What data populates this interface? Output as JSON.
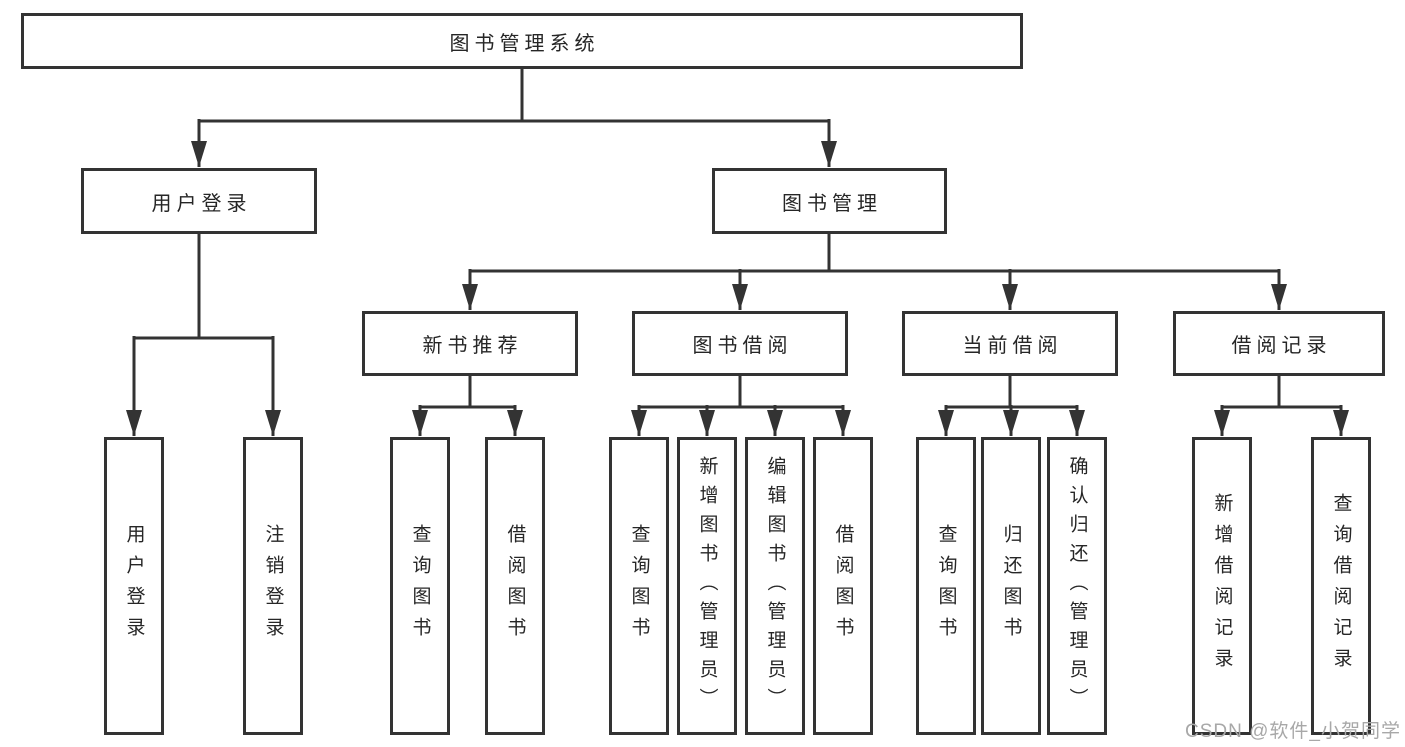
{
  "diagram": {
    "root": {
      "label": "图书管理系统"
    },
    "branches": [
      {
        "label": "用户登录",
        "children": [
          {
            "label": "用户登录"
          },
          {
            "label": "注销登录"
          }
        ]
      },
      {
        "label": "图书管理",
        "children": [
          {
            "label": "新书推荐",
            "children": [
              {
                "label": "查询图书"
              },
              {
                "label": "借阅图书"
              }
            ]
          },
          {
            "label": "图书借阅",
            "children": [
              {
                "label": "查询图书"
              },
              {
                "label": "新增图书（管理员）"
              },
              {
                "label": "编辑图书（管理员）"
              },
              {
                "label": "借阅图书"
              }
            ]
          },
          {
            "label": "当前借阅",
            "children": [
              {
                "label": "查询图书"
              },
              {
                "label": "归还图书"
              },
              {
                "label": "确认归还（管理员）"
              }
            ]
          },
          {
            "label": "借阅记录",
            "children": [
              {
                "label": "新增借阅记录"
              },
              {
                "label": "查询借阅记录"
              }
            ]
          }
        ]
      }
    ]
  },
  "watermark": {
    "text": "CSDN @软件_小贺同学"
  },
  "colors": {
    "line": "#333333",
    "box_border": "#333333",
    "box_fill": "#ffffff",
    "text": "#262626",
    "watermark": "#a8a8a8"
  }
}
